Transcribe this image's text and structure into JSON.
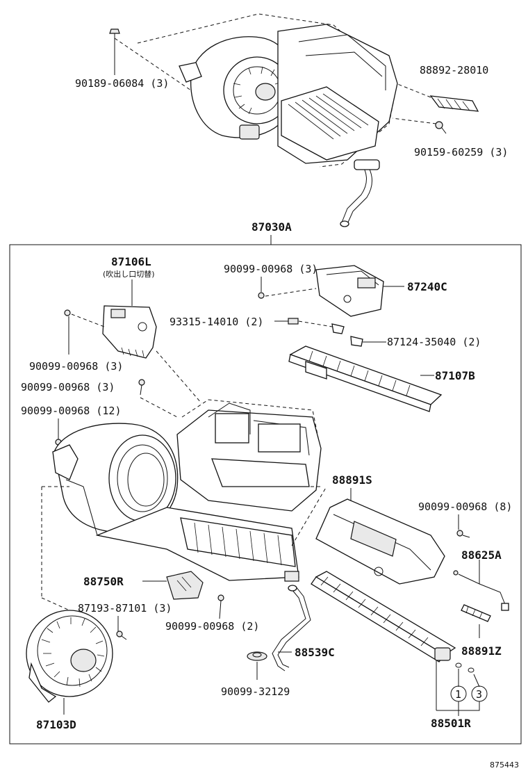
{
  "diagram_number": "875443",
  "assembly_label": "87030A",
  "parts": {
    "p90189": "90189-06084 (3)",
    "p88892": "88892-28010",
    "p90159": "90159-60259 (3)",
    "p87106L": "87106L",
    "p87106L_note": "(吹出し口切替)",
    "p90099_a": "90099-00968 (3)",
    "p87240C": "87240C",
    "p93315": "93315-14010 (2)",
    "p87124": "87124-35040 (2)",
    "p90099_b": "90099-00968 (3)",
    "p87107B": "87107B",
    "p90099_c": "90099-00968 (3)",
    "p90099_d": "90099-00968 (12)",
    "p88891S": "88891S",
    "p90099_e": "90099-00968 (8)",
    "p88625A": "88625A",
    "p88750R": "88750R",
    "p87193": "87193-87101 (3)",
    "p90099_f": "90099-00968 (2)",
    "p88891Z": "88891Z",
    "p88539C": "88539C",
    "p90099_g": "90099-32129",
    "p87103D": "87103D",
    "p88501R": "88501R",
    "callout_1": "1",
    "callout_3": "3"
  }
}
